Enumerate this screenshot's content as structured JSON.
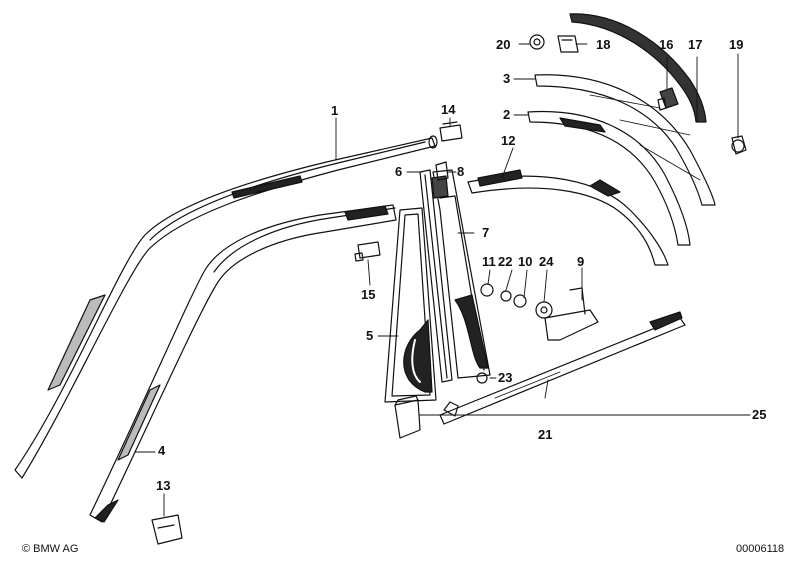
{
  "diagram": {
    "part_numbers": [
      "1",
      "2",
      "3",
      "4",
      "5",
      "6",
      "7",
      "8",
      "9",
      "10",
      "11",
      "12",
      "13",
      "14",
      "15",
      "16",
      "17",
      "18",
      "19",
      "20",
      "21",
      "22",
      "23",
      "24",
      "25"
    ],
    "copyright": "© BMW AG",
    "drawing_id": "00006118"
  }
}
